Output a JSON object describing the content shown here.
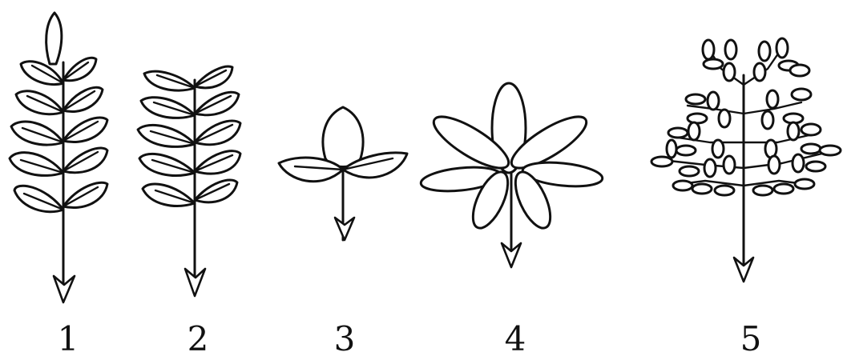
{
  "figure": {
    "labels": [
      "1",
      "2",
      "3",
      "4",
      "5"
    ]
  },
  "colors": {
    "ink": "#111111",
    "background": "#ffffff"
  }
}
